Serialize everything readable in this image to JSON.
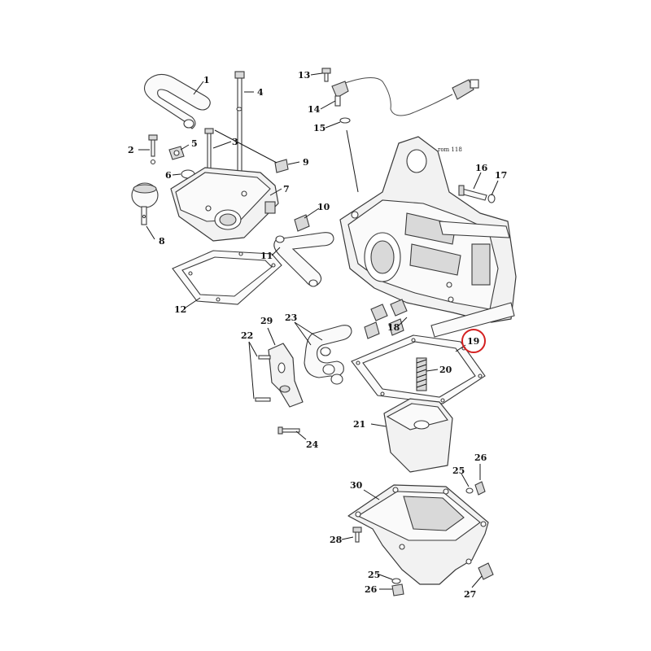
{
  "callouts": [
    {
      "id": "1",
      "label": "1"
    },
    {
      "id": "2",
      "label": "2"
    },
    {
      "id": "3",
      "label": "3"
    },
    {
      "id": "4",
      "label": "4"
    },
    {
      "id": "5",
      "label": "5"
    },
    {
      "id": "6",
      "label": "6"
    },
    {
      "id": "7",
      "label": "7"
    },
    {
      "id": "8",
      "label": "8"
    },
    {
      "id": "9",
      "label": "9"
    },
    {
      "id": "10",
      "label": "10"
    },
    {
      "id": "11",
      "label": "11"
    },
    {
      "id": "12",
      "label": "12"
    },
    {
      "id": "13",
      "label": "13"
    },
    {
      "id": "14",
      "label": "14"
    },
    {
      "id": "15",
      "label": "15"
    },
    {
      "id": "16",
      "label": "16"
    },
    {
      "id": "17",
      "label": "17"
    },
    {
      "id": "18",
      "label": "18"
    },
    {
      "id": "19",
      "label": "19"
    },
    {
      "id": "20",
      "label": "20"
    },
    {
      "id": "21",
      "label": "21"
    },
    {
      "id": "22",
      "label": "22"
    },
    {
      "id": "23",
      "label": "23"
    },
    {
      "id": "24",
      "label": "24"
    },
    {
      "id": "25a",
      "label": "25"
    },
    {
      "id": "26a",
      "label": "26"
    },
    {
      "id": "30",
      "label": "30"
    },
    {
      "id": "28",
      "label": "28"
    },
    {
      "id": "25b",
      "label": "25"
    },
    {
      "id": "26b",
      "label": "26"
    },
    {
      "id": "27",
      "label": "27"
    },
    {
      "id": "29",
      "label": "29"
    }
  ],
  "annotation_text": "rom 118",
  "highlighted_callout": "19",
  "colors": {
    "highlight": "#d42020",
    "line": "#3a3a3a",
    "fill": "#f2f2f2"
  }
}
